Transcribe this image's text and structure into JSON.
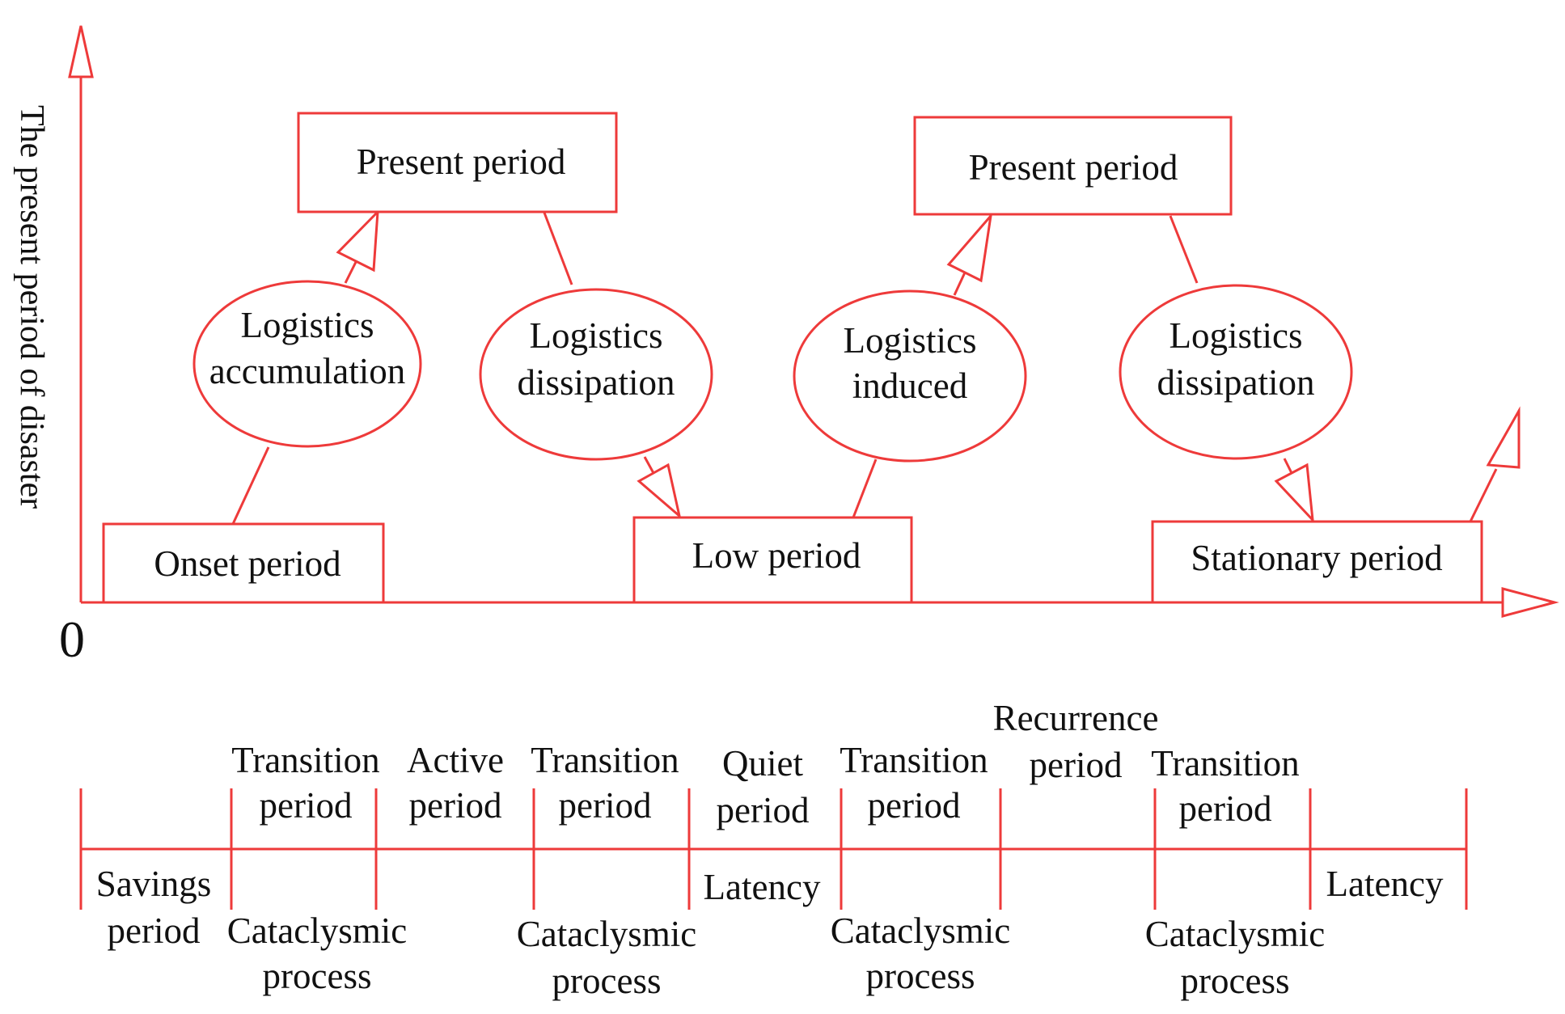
{
  "colors": {
    "stroke": "#ee3a3a",
    "text": "#111111",
    "background": "#ffffff"
  },
  "axis": {
    "y_label": "The present period of disaster",
    "origin_label": "0"
  },
  "boxes": {
    "onset": "Onset period",
    "present_1": "Present period",
    "low": "Low period",
    "present_2": "Present period",
    "stationary": "Stationary period"
  },
  "ovals": {
    "accumulation": [
      "Logistics",
      "accumulation"
    ],
    "dissipation_1": [
      "Logistics",
      "dissipation"
    ],
    "induced": [
      "Logistics",
      "induced"
    ],
    "dissipation_2": [
      "Logistics",
      "dissipation"
    ]
  },
  "timeline": {
    "above": {
      "transition_1": [
        "Transition",
        "period"
      ],
      "active": [
        "Active",
        "period"
      ],
      "transition_2": [
        "Transition",
        "period"
      ],
      "quiet": [
        "Quiet",
        "period"
      ],
      "transition_3": [
        "Transition",
        "period"
      ],
      "recurrence": [
        "Recurrence",
        "period"
      ],
      "transition_4": [
        "Transition",
        "period"
      ]
    },
    "below": {
      "savings": [
        "Savings",
        "period"
      ],
      "cataclysmic_1": [
        "Cataclysmic",
        "process"
      ],
      "cataclysmic_2": [
        "Cataclysmic",
        "process"
      ],
      "latency_1": "Latency",
      "cataclysmic_3": [
        "Cataclysmic",
        "process"
      ],
      "cataclysmic_4": [
        "Cataclysmic",
        "process"
      ],
      "latency_2": "Latency"
    }
  }
}
